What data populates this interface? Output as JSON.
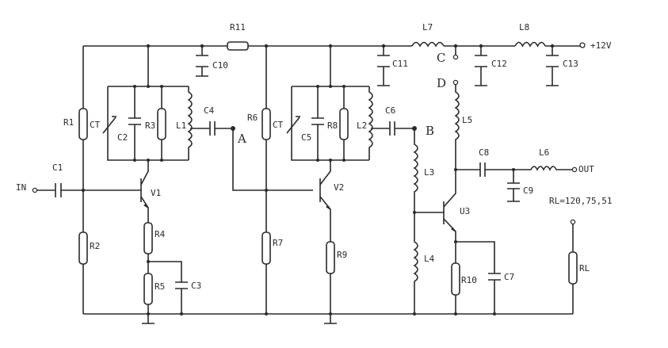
{
  "title": "Three-stage RF amplifier schematic",
  "supply_label": "+12V",
  "input_label": "IN",
  "output_label": "OUT",
  "load_note": "RL=120,75,51",
  "nodes": {
    "A": "A",
    "B": "B",
    "C": "C",
    "D": "D"
  },
  "resistors": {
    "R1": "R1",
    "R2": "R2",
    "R3": "R3",
    "R4": "R4",
    "R5": "R5",
    "R6": "R6",
    "R7": "R7",
    "R8": "R8",
    "R9": "R9",
    "R10": "R10",
    "R11": "R11",
    "RL": "RL"
  },
  "capacitors": {
    "C1": "C1",
    "C2": "C2",
    "C3": "C3",
    "C4": "C4",
    "C5": "C5",
    "C6": "C6",
    "C7": "C7",
    "C8": "C8",
    "C9": "C9",
    "C10": "C10",
    "C11": "C11",
    "C12": "C12",
    "C13": "C13",
    "CT1": "CT",
    "CT2": "CT"
  },
  "inductors": {
    "L1": "L1",
    "L2": "L2",
    "L3": "L3",
    "L4": "L4",
    "L5": "L5",
    "L6": "L6",
    "L7": "L7",
    "L8": "L8"
  },
  "transistors": {
    "V1": "V1",
    "V2": "V2",
    "V3": "U3"
  }
}
